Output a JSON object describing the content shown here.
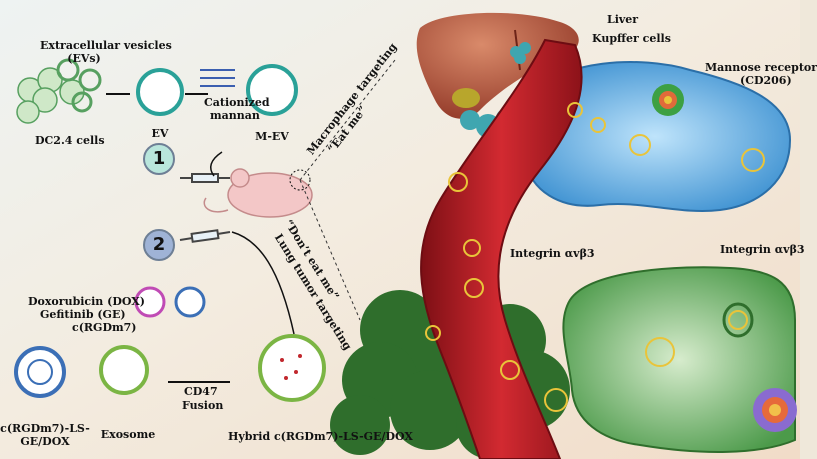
{
  "labels": {
    "extracellular_vesicles": "Extracellular vesicles",
    "evs_abbrev": "(EVs)",
    "dc_cells": "DC2.4 cells",
    "ev": "EV",
    "cationized_1": "Cationized",
    "cationized_2": "mannan",
    "m_ev": "M-EV",
    "macrophage_targeting": "Macrophage targeting",
    "eat_me": "“Eat me”",
    "dont_eat_me": "“Don’t eat me”",
    "lung_tumor_targeting": "Lung tumor targeting",
    "doxorubicin": "Doxorubicin (DOX)",
    "gefitinib": "Gefitinib (GE)",
    "rgdm7": "c(RGDm7)",
    "cd47": "CD47",
    "fusion": "Fusion",
    "ls_line1": "c(RGDm7)-LS-",
    "ls_line2": "GE/DOX",
    "exosome": "Exosome",
    "hybrid": "Hybrid c(RGDm7)-LS-GE/DOX",
    "liver": "Liver",
    "kupffer": "Kupffer cells",
    "mannose_1": "Mannose receptor",
    "mannose_2": "(CD206)",
    "integrin_1": "Integrin αvβ3",
    "integrin_2": "Integrin αvβ3"
  },
  "steps": [
    "1",
    "2"
  ],
  "colors": {
    "vessel": "#c8232c",
    "macrophage": "#3a8fd0",
    "tumor_cell": "#4c9a4a",
    "tumor_mass": "#2f6e2c",
    "ev_membrane": "#2aa198",
    "liposome": "#3b6fb6",
    "liver": "#b5533b",
    "badge_1": "#b9e6dc",
    "badge_2": "#9fb3d6"
  },
  "icons": [
    "mouse-icon",
    "syringe-icon",
    "liver-icon",
    "blood-vessel-icon",
    "macrophage-icon",
    "tumor-cell-icon",
    "tumor-mass-icon",
    "vesicle-icon"
  ]
}
